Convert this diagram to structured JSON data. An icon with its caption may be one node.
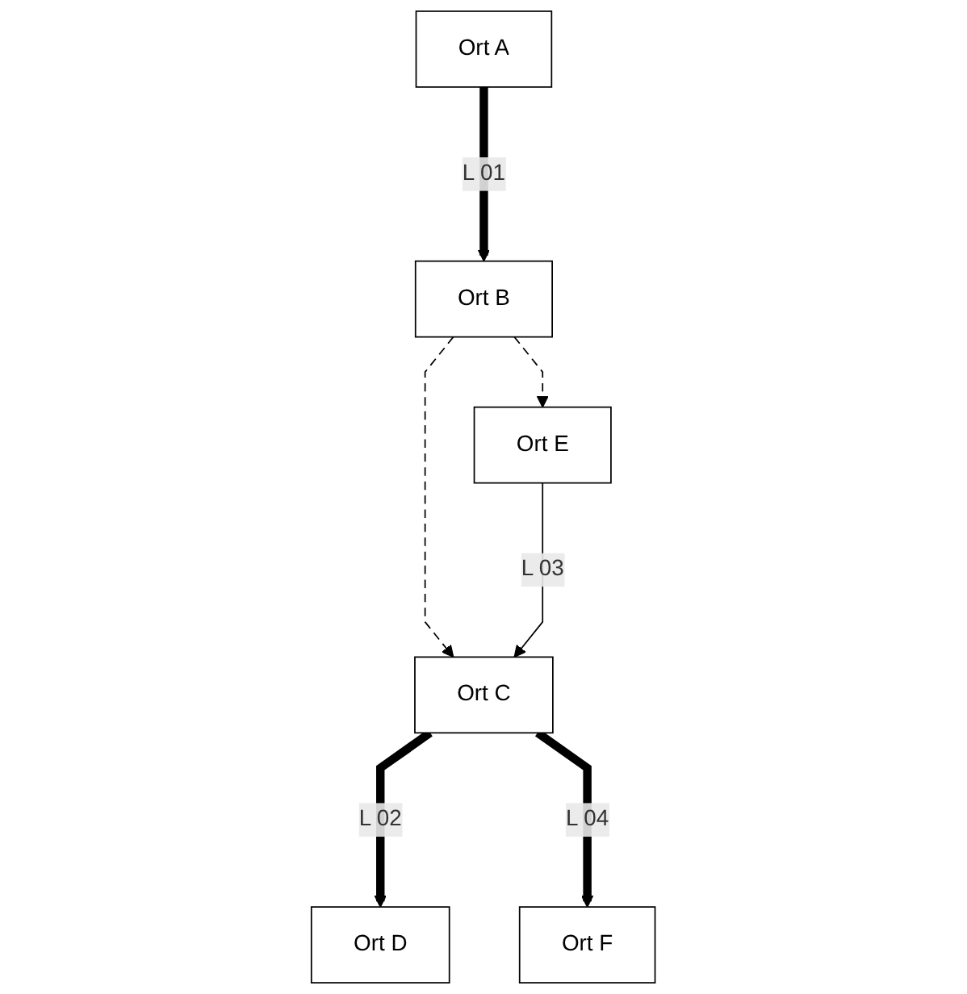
{
  "diagram": {
    "nodes": [
      {
        "text": [
          "Ort A"
        ]
      },
      {
        "text": [
          "Ort B"
        ]
      },
      {
        "text": [
          "Ort E"
        ]
      },
      {
        "text": [
          "Ort C"
        ]
      },
      {
        "text": [
          "Ort D"
        ]
      },
      {
        "text": [
          "Ort F"
        ]
      }
    ],
    "edges": [
      {
        "from": 0,
        "to": 1,
        "arrow": "to",
        "label": "L 01",
        "style": "thick"
      },
      {
        "from": 1,
        "to": 2,
        "arrow": "to",
        "style": "dashed"
      },
      {
        "from": 1,
        "to": 3,
        "arrow": "to",
        "style": "dashed"
      },
      {
        "from": 2,
        "to": 3,
        "arrow": "to",
        "label": "L 03"
      },
      {
        "from": 3,
        "to": 4,
        "arrow": "to",
        "label": "L 02",
        "style": "thick"
      },
      {
        "from": 3,
        "to": 5,
        "arrow": "to",
        "label": "L 04",
        "style": "thick"
      }
    ]
  }
}
